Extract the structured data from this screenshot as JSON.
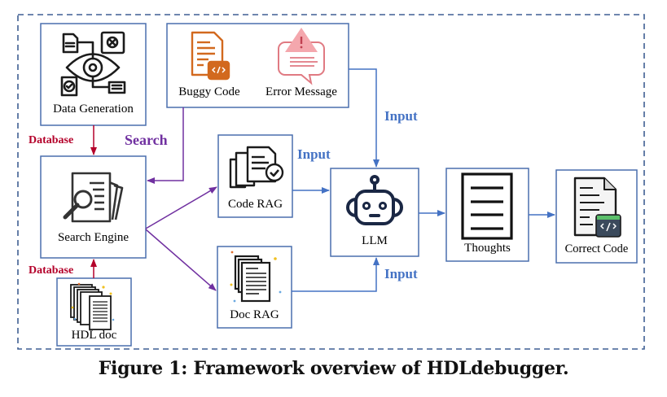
{
  "colors": {
    "box_border": "#4a6fae",
    "frame_dash": "#3f5f93",
    "flow_blue": "#4472c4",
    "search_purple": "#7030a0",
    "database_red": "#b4002a",
    "buggy_orange": "#d2691e",
    "error_pink": "#e07a82",
    "icon_dark": "#1b1b1b",
    "robot_navy": "#1a2744",
    "code_badge": "#3b4a5c",
    "code_badge_green": "#5bbf6a"
  },
  "nodes": {
    "data_generation": {
      "label": "Data Generation",
      "icon": "eye-gear-workflow-icon"
    },
    "buggy_code": {
      "label": "Buggy Code",
      "icon": "code-file-icon"
    },
    "error_message": {
      "label": "Error Message",
      "icon": "warning-message-icon"
    },
    "search_engine": {
      "label": "Search Engine",
      "icon": "document-search-icon"
    },
    "hdl_doc": {
      "label": "HDL doc",
      "icon": "document-stack-icon"
    },
    "code_rag": {
      "label": "Code RAG",
      "icon": "verified-documents-icon"
    },
    "doc_rag": {
      "label": "Doc RAG",
      "icon": "documents-icon"
    },
    "llm": {
      "label": "LLM",
      "icon": "robot-icon"
    },
    "thoughts": {
      "label": "Thoughts",
      "icon": "text-page-icon"
    },
    "correct_code": {
      "label": "Correct Code",
      "icon": "code-file-icon"
    }
  },
  "edge_labels": {
    "database_top": "Database",
    "database_bottom": "Database",
    "search": "Search",
    "input_top": "Input",
    "input_code_rag": "Input",
    "input_doc_rag": "Input"
  },
  "edges": [
    {
      "from": "data_generation",
      "to": "search_engine",
      "label": "Database"
    },
    {
      "from": "hdl_doc",
      "to": "search_engine",
      "label": "Database"
    },
    {
      "from": "buggy_code",
      "to": "search_engine",
      "label": "Search"
    },
    {
      "from": "search_engine",
      "to": "code_rag"
    },
    {
      "from": "search_engine",
      "to": "doc_rag"
    },
    {
      "from": "error_message",
      "to": "llm",
      "label": "Input"
    },
    {
      "from": "code_rag",
      "to": "llm",
      "label": "Input"
    },
    {
      "from": "doc_rag",
      "to": "llm",
      "label": "Input"
    },
    {
      "from": "llm",
      "to": "thoughts"
    },
    {
      "from": "thoughts",
      "to": "correct_code"
    }
  ],
  "caption": "Figure 1: Framework overview of HDLdebugger."
}
